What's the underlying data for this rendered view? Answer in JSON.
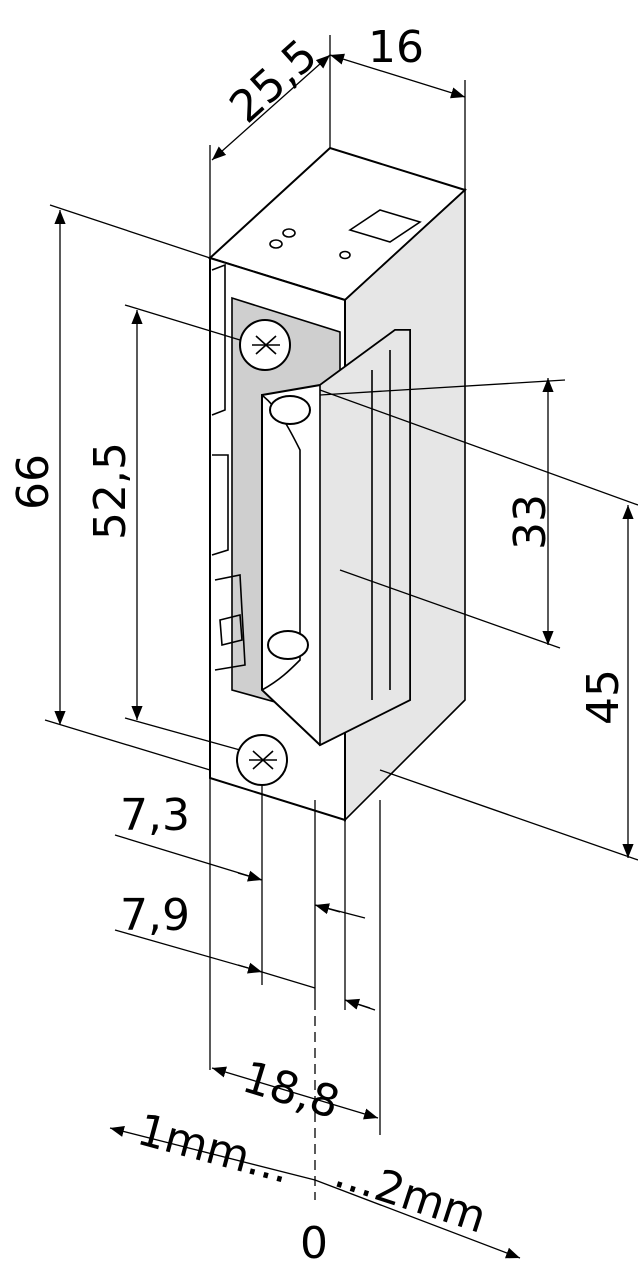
{
  "dimensions": {
    "depth": "25,5",
    "width_top": "16",
    "height_total": "66",
    "height_screws": "52,5",
    "latch_height": "33",
    "latch_offset": "45",
    "offset_7_3": "7,3",
    "offset_7_9": "7,9",
    "width_front": "18,8"
  },
  "adjustment": {
    "left_label": "1mm...",
    "right_label": "...2mm",
    "zero_label": "0"
  }
}
